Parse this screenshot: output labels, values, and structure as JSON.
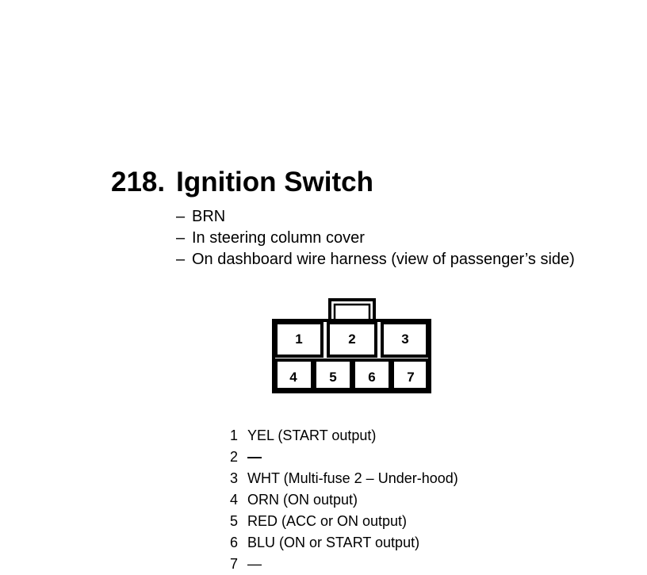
{
  "heading": {
    "number": "218.",
    "title": "Ignition Switch"
  },
  "notes": [
    {
      "dash": "–",
      "text": "BRN"
    },
    {
      "dash": "–",
      "text": "In steering column cover"
    },
    {
      "dash": "–",
      "text": "On dashboard wire harness (view of passenger’s side)"
    }
  ],
  "connector": {
    "top_row": [
      "1",
      "2",
      "3"
    ],
    "bottom_row": [
      "4",
      "5",
      "6",
      "7"
    ]
  },
  "pins": [
    {
      "num": "1",
      "desc": "YEL (START output)"
    },
    {
      "num": "2",
      "desc": "—"
    },
    {
      "num": "3",
      "desc": "WHT (Multi-fuse 2 – Under-hood)"
    },
    {
      "num": "4",
      "desc": "ORN (ON output)"
    },
    {
      "num": "5",
      "desc": "RED (ACC or ON output)"
    },
    {
      "num": "6",
      "desc": "BLU (ON or START output)"
    },
    {
      "num": "7",
      "desc": "—"
    }
  ]
}
